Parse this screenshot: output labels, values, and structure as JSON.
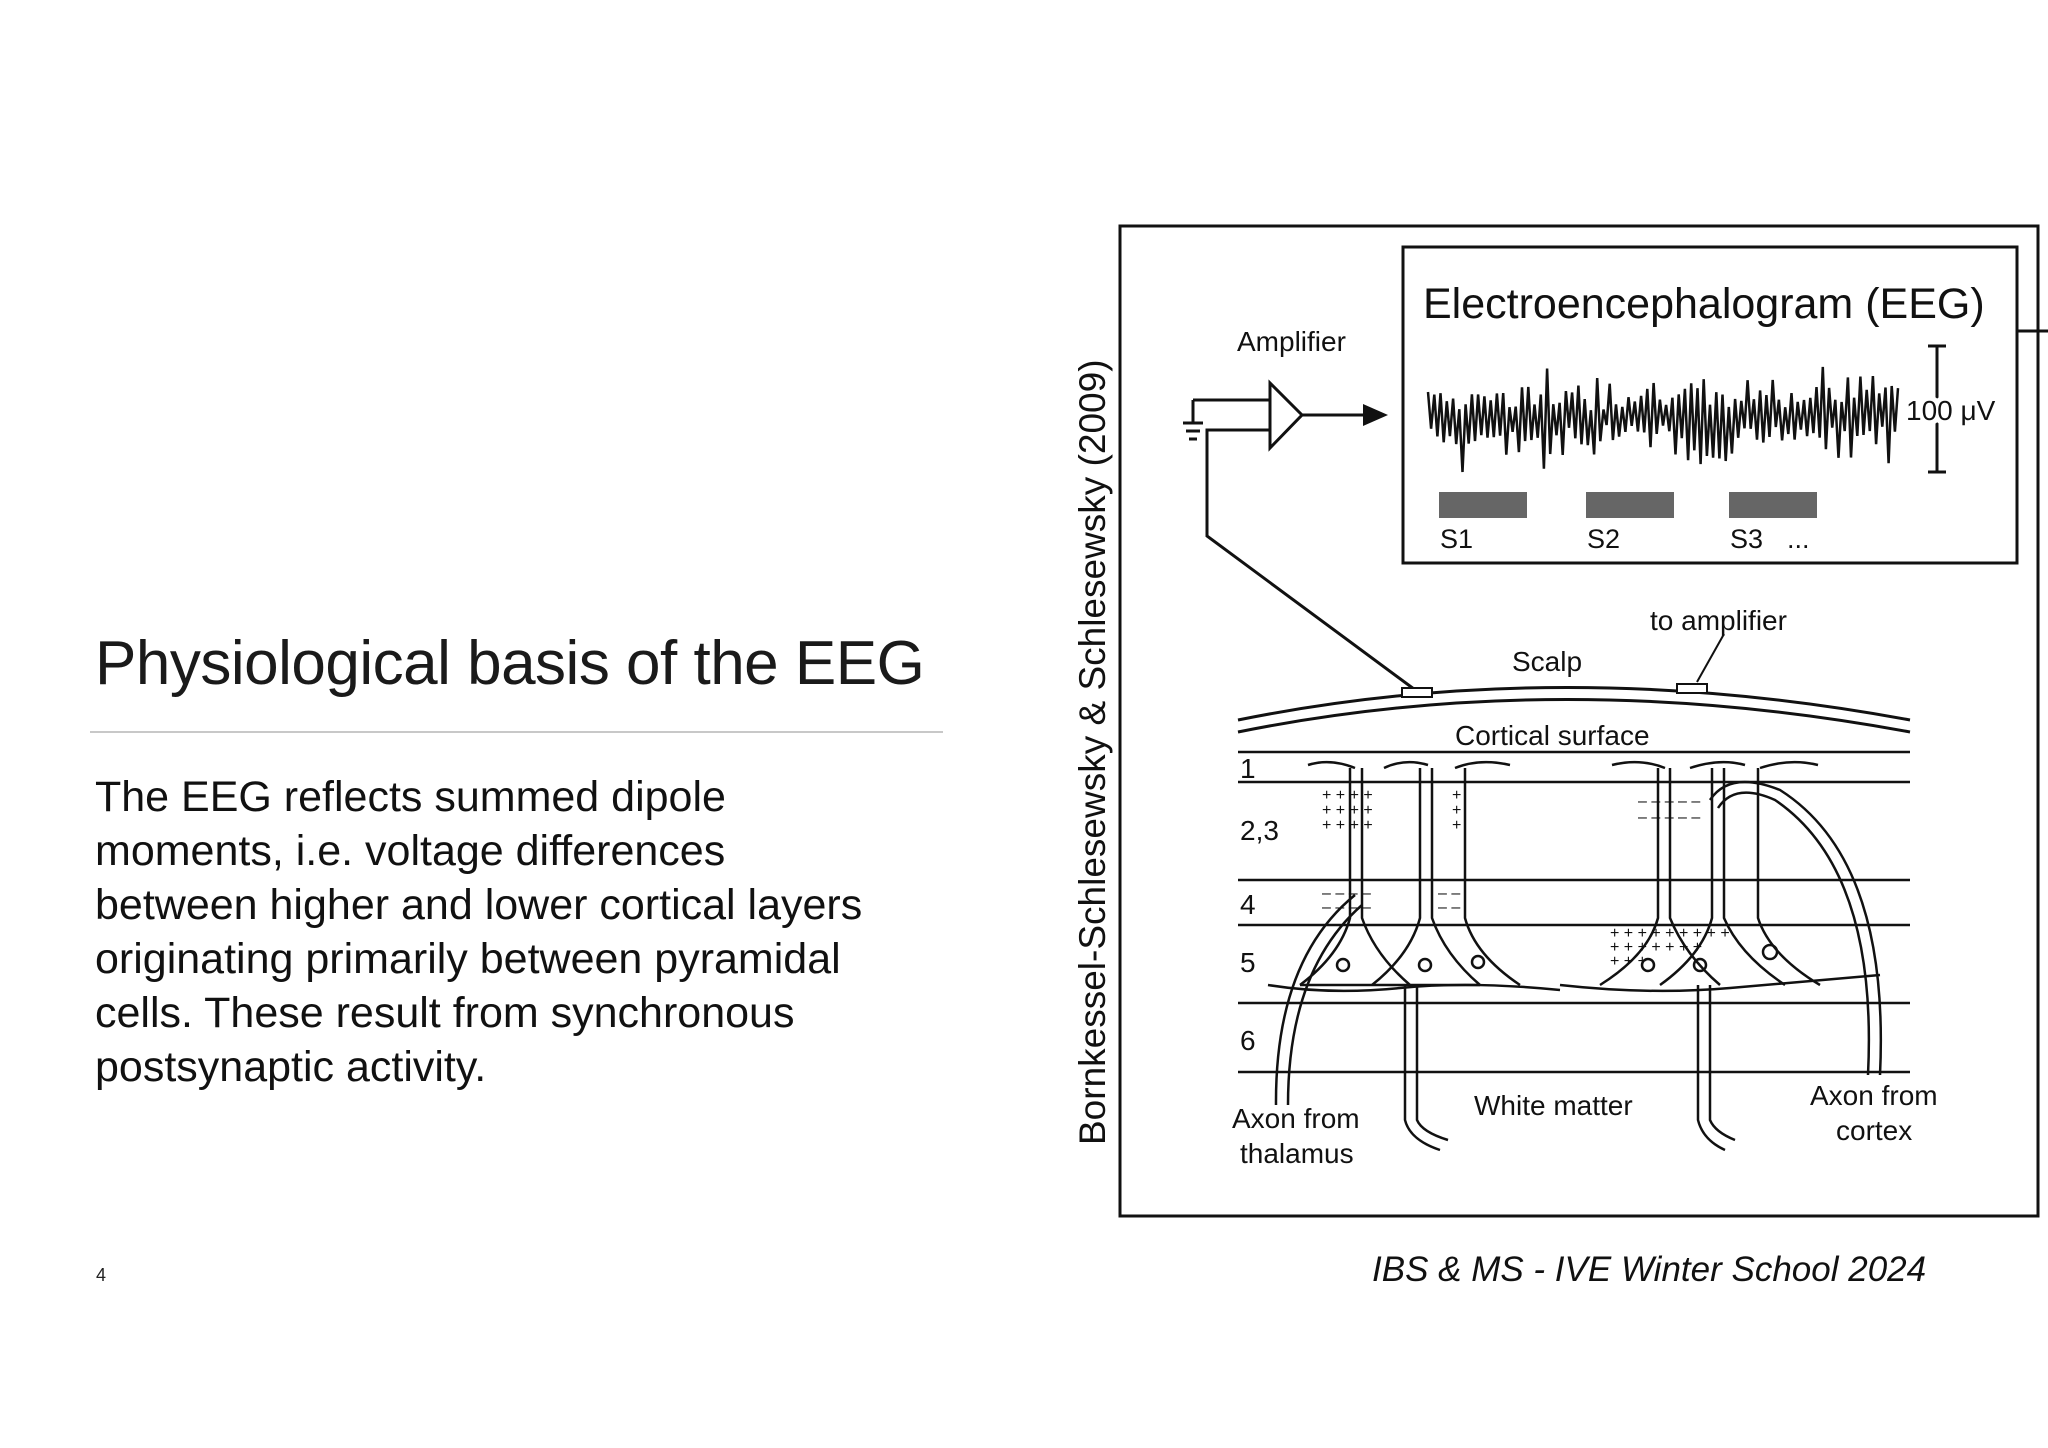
{
  "slide": {
    "title": "Physiological basis of the EEG",
    "body_lines": [
      "The EEG reflects summed dipole",
      "moments, i.e. voltage differences",
      "between higher and lower cortical layers",
      "originating primarily between pyramidal",
      "cells. These result from synchronous",
      "postsynaptic activity."
    ],
    "page_number": "4",
    "footer": "IBS & MS - IVE Winter School 2024"
  },
  "figure": {
    "credit": "Bornkessel-Schlesewsky & Schlesewsky (2009)",
    "eeg_title": "Electroencephalogram (EEG)",
    "scale": "100 μV",
    "stimuli": [
      "S1",
      "S2",
      "S3"
    ],
    "ellipsis": "...",
    "amplifier": "Amplifier",
    "to_amplifier": "to amplifier",
    "scalp": "Scalp",
    "cortical_surface": "Cortical surface",
    "layers": [
      "1",
      "2,3",
      "4",
      "5",
      "6"
    ],
    "white_matter": "White matter",
    "axon_thalamus": [
      "Axon from",
      "thalamus"
    ],
    "axon_cortex": [
      "Axon from",
      "cortex"
    ]
  }
}
